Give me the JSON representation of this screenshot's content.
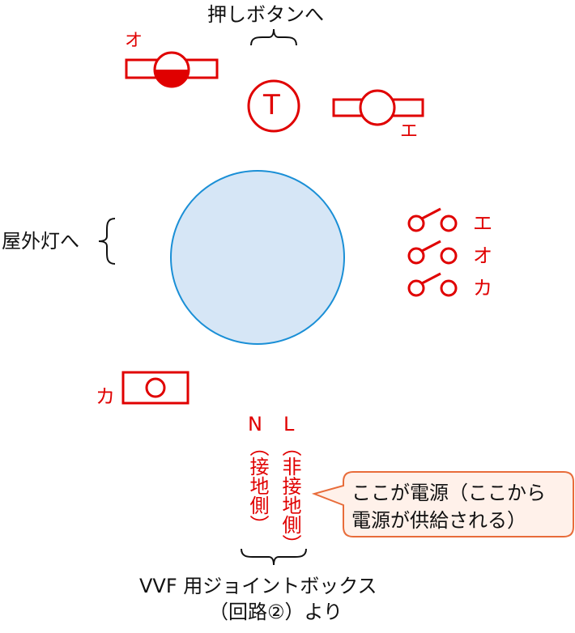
{
  "labels": {
    "push_button": "押しボタンへ",
    "outdoor_light": "屋外灯へ",
    "vvf_line1": "VVF 用ジョイントボックス",
    "vvf_line2": "（回路②）より",
    "callout_line1": "ここが電源（ここから",
    "callout_line2": "電源が供給される）",
    "N_letter": "N",
    "N_sub": "（接地側）",
    "L_letter": "L",
    "L_sub": "（非接地側）",
    "o_top": "オ",
    "e_top": "エ",
    "t_symbol": "T",
    "switch_e": "エ",
    "switch_o": "オ",
    "switch_ka": "カ",
    "ka_bottom": "カ"
  },
  "colors": {
    "red": "#e00000",
    "blue_fill": "#d6e6f6",
    "blue_stroke": "#1a8fd6",
    "callout_fill": "#fff1ea",
    "callout_stroke": "#e86c3a",
    "text": "#111111"
  }
}
